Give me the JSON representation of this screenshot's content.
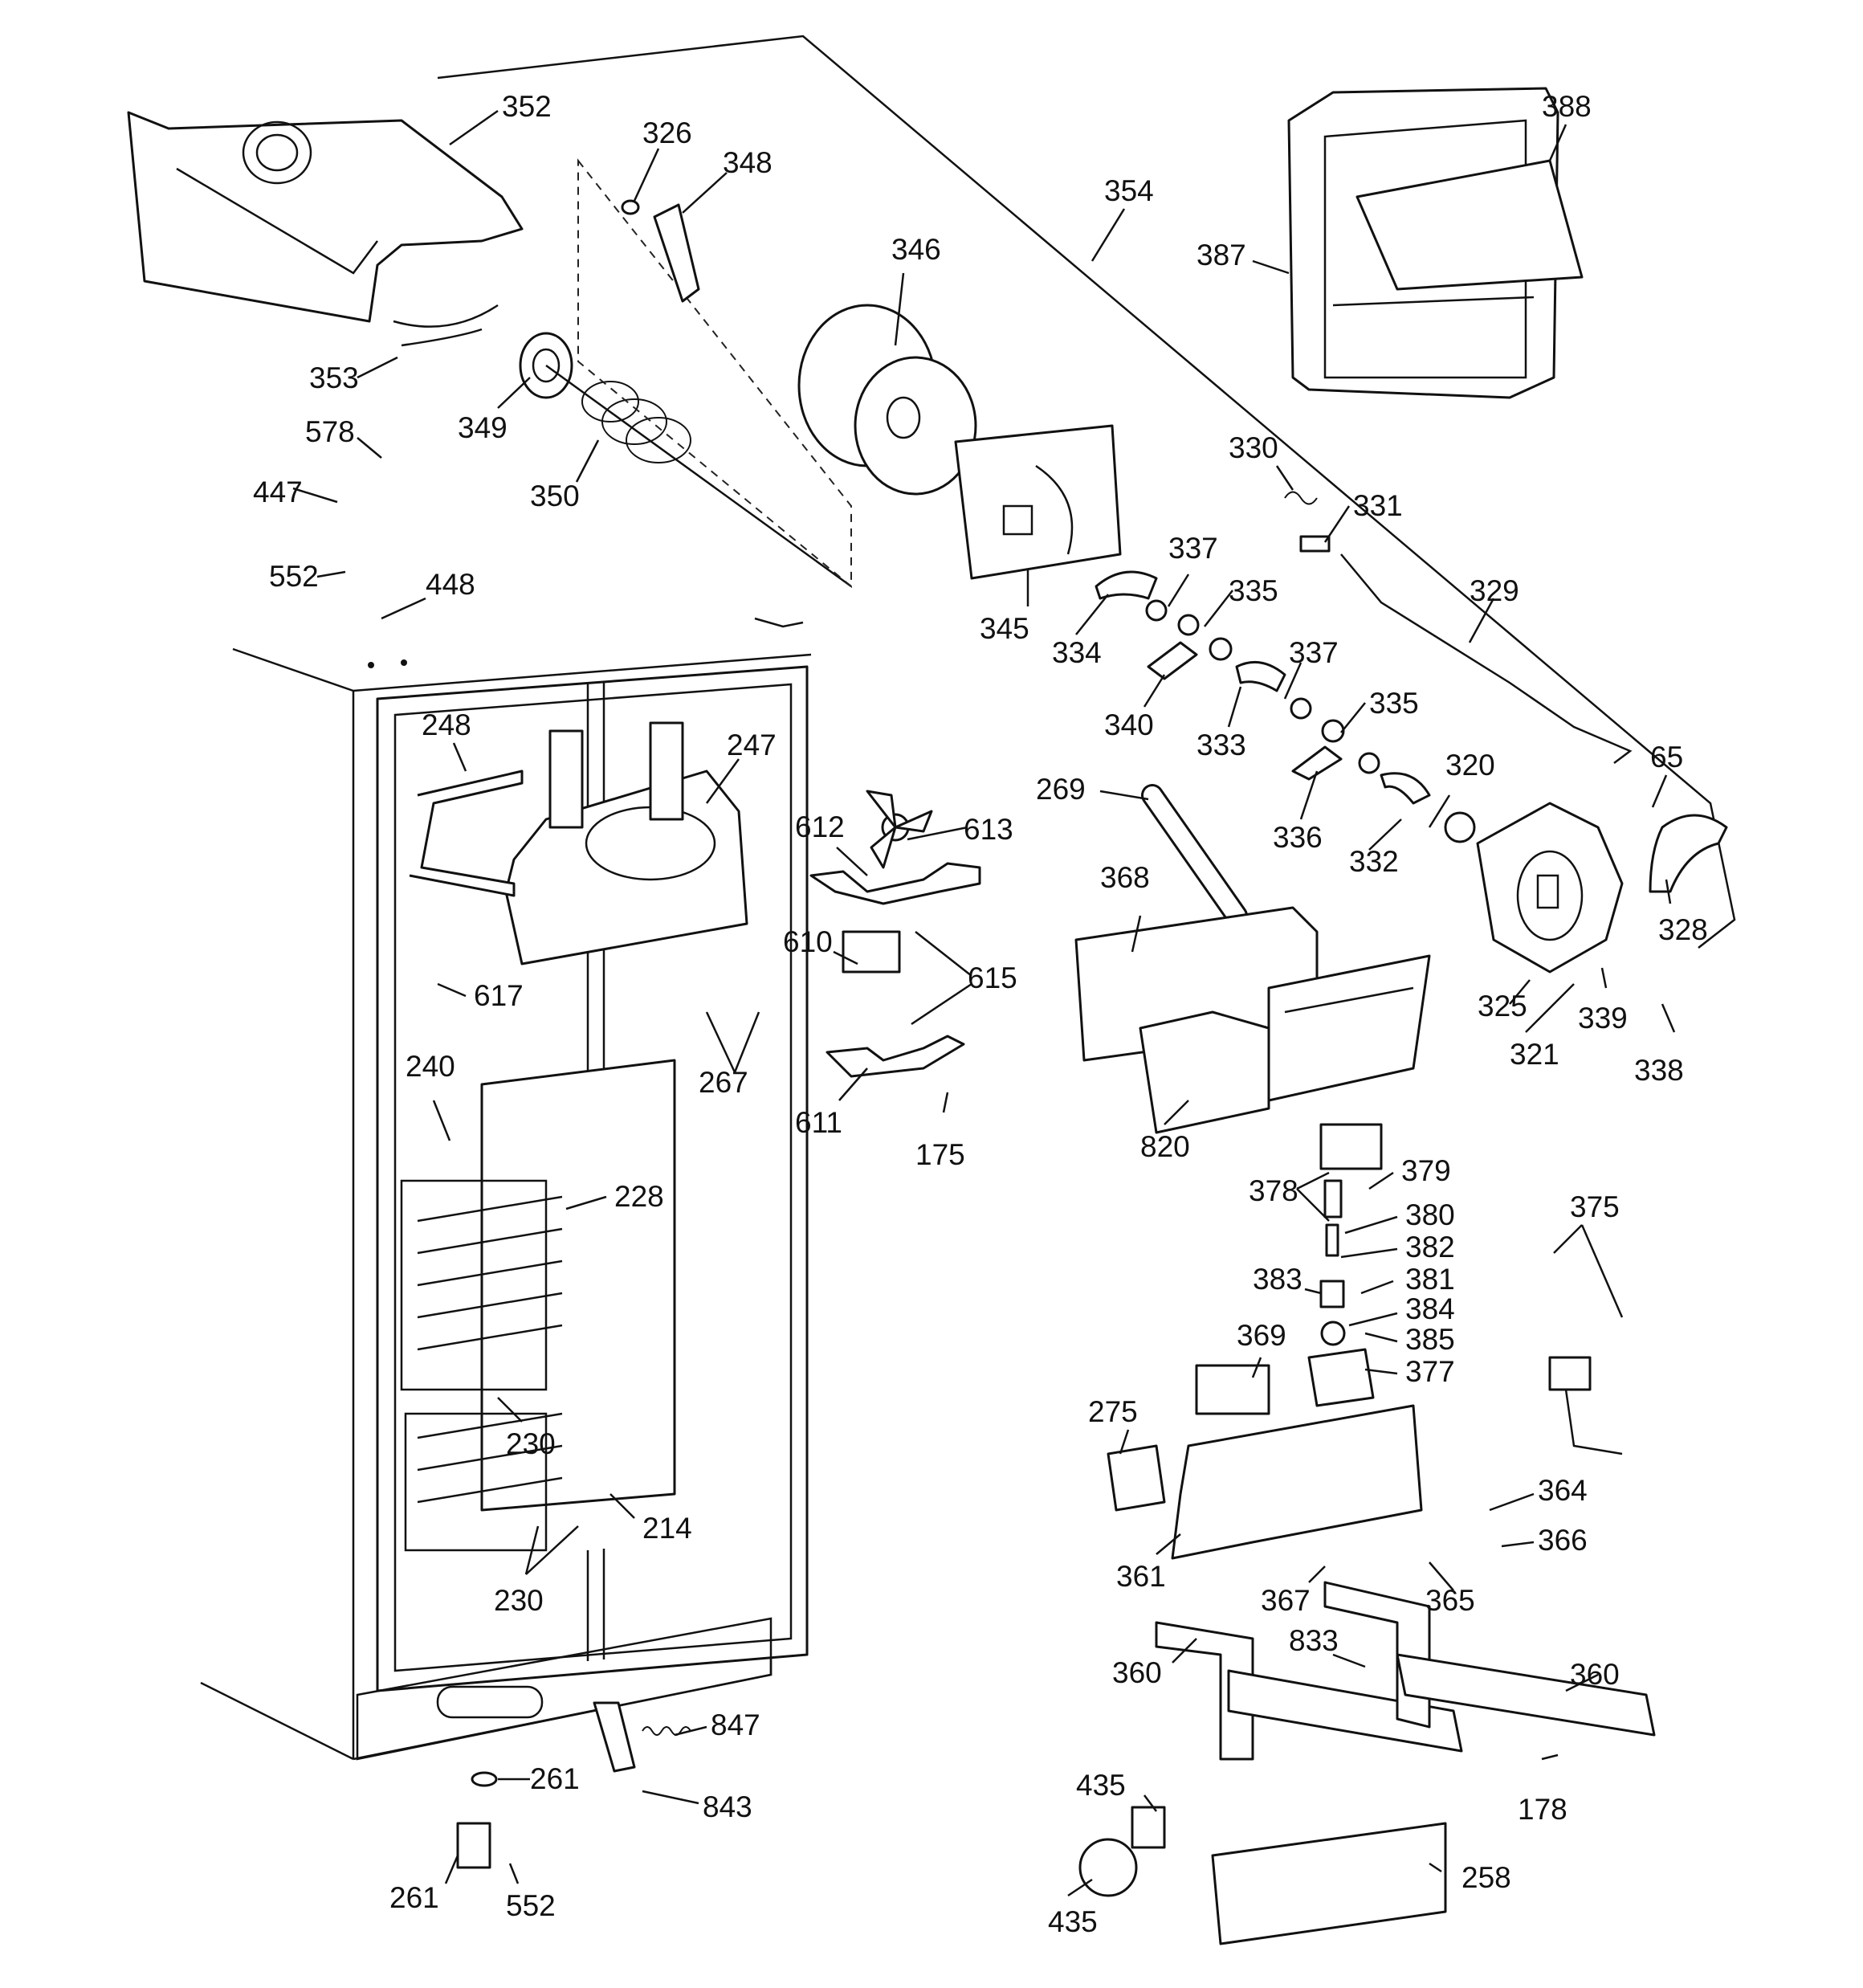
{
  "diagram": {
    "colors": {
      "line": "#111111",
      "background": "#ffffff"
    },
    "callouts": [
      "352",
      "326",
      "348",
      "354",
      "388",
      "346",
      "387",
      "353",
      "349",
      "578",
      "350",
      "447",
      "552",
      "448",
      "330",
      "331",
      "337",
      "335",
      "345",
      "334",
      "329",
      "340",
      "333",
      "248",
      "247",
      "337",
      "335",
      "320",
      "269",
      "65",
      "612",
      "613",
      "336",
      "332",
      "368",
      "328",
      "610",
      "615",
      "617",
      "325",
      "321",
      "339",
      "338",
      "240",
      "267",
      "228",
      "611",
      "175",
      "820",
      "379",
      "378",
      "380",
      "375",
      "382",
      "383",
      "381",
      "384",
      "369",
      "385",
      "377",
      "275",
      "230",
      "364",
      "214",
      "366",
      "361",
      "367",
      "365",
      "230",
      "833",
      "360",
      "360",
      "847",
      "261",
      "843",
      "435",
      "178",
      "258",
      "261",
      "552",
      "435"
    ]
  }
}
